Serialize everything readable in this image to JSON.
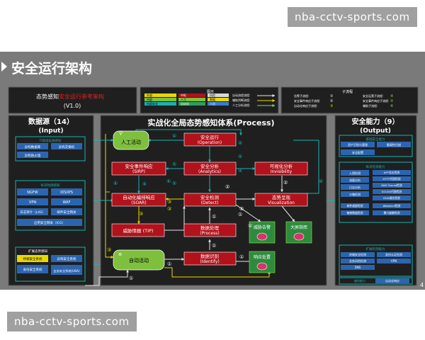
{
  "watermark": {
    "top": "nba-cctv-sports.com",
    "bottom": "nba-cctv-sports.com"
  },
  "slide": {
    "title": "安全运行架构",
    "page_number": "4"
  },
  "header": {
    "ref_title_black": "态势感知",
    "ref_title_red": "安全运行参考架构",
    "ref_version": "(V1.0)",
    "legend": {
      "title": "图示",
      "items": [
        "外部",
        "内部",
        "内部安全",
        "中枢",
        "人工",
        "自动化",
        "风险",
        "数据",
        "人员"
      ],
      "flow_labels": [
        "自动流程流程:",
        "辅助判断流程:",
        "人工分析流程:"
      ]
    },
    "subflow": {
      "title": "子流程",
      "items": [
        "告警子流程:",
        "安全事件响应子流程:",
        "自动化响应子流程:",
        "安全运营子流程:",
        "安全事件响应子流程:",
        "辅助子流程:"
      ],
      "nums": [
        "①",
        "②",
        "③",
        "④",
        "⑤",
        "⑥"
      ]
    }
  },
  "input": {
    "title": "数据源（14）",
    "subtitle": "(Input)",
    "group1": {
      "title": "IT基础设施感知",
      "items": [
        "异构数据库",
        "异构交换机",
        "异构防火墙"
      ]
    },
    "group2": {
      "title": "纵深防御感知",
      "items": [
        "NGFW",
        "IDS/IPS",
        "VPN",
        "WAF",
        "日志审计（LAS）",
        "邮件安全网关",
        "应用安全网关（ICG）"
      ]
    },
    "group3": {
      "title": "扩展态势感知",
      "items": [
        "终端安全系统",
        "异构安全系统",
        "身份安全系统",
        "业务安全系统(UBA)"
      ]
    }
  },
  "process": {
    "title": "实战化全局态势感知体系(Process)",
    "boxes": {
      "manual": "人工活动",
      "auto": "自动活动",
      "sirp": [
        "安全事件响应",
        "(SIRP)"
      ],
      "soar": [
        "自动化编排响应",
        "(SOAR)"
      ],
      "tip": "威胁情报 (TIP)",
      "operation": [
        "安全运行",
        "(Operation)"
      ],
      "analytics": [
        "安全分析",
        "(Analytics)"
      ],
      "detect": [
        "安全检测",
        "(Detect)"
      ],
      "process_box": [
        "数据处理",
        "(Process)"
      ],
      "identify": [
        "数据识别",
        "(Identify)"
      ],
      "visibility": [
        "可视化分析",
        "Invisibility"
      ],
      "visualization": [
        "态势呈现",
        "Visualization"
      ],
      "threat_alert": "威胁告警",
      "response": "响应处置",
      "big_screen": "大屏指挥"
    },
    "nums": [
      "④",
      "④",
      "④",
      "④",
      "⑥",
      "⑤",
      "⑤",
      "⑥",
      "⑥",
      "④",
      "③",
      "③",
      "③",
      "③",
      "②",
      "②",
      "②",
      "①",
      "①",
      "①",
      "①",
      "①",
      "①",
      "①"
    ]
  },
  "output": {
    "title": "安全能力（9）",
    "subtitle": "(Output)",
    "group1": {
      "title": "基础安全能力",
      "items": [
        "资产识别与管理",
        "脆弱性扫描",
        "安全配置"
      ]
    },
    "group2": {
      "title": "纵深检测能力",
      "items": [
        "入侵检测",
        "流量分析",
        "日志分析",
        "沙箱检测",
        "APT攻击检测",
        "HTTP代理检测",
        "DNS Tunnel检测",
        "SOCKS代理检测",
        "DGA域名检测",
        "邮件威胁检测",
        "Webshell检测",
        "敏感数据检测",
        "暴力破解检测"
      ]
    },
    "group3": {
      "title": "扩展检测能力",
      "items": [
        "终端安全检测",
        "身份认证检测",
        "业务风险检测",
        "VPN",
        "DNS"
      ]
    },
    "group4": {
      "title": "编排能力",
      "items": [
        "自动化响应"
      ]
    }
  },
  "colors": {
    "dark": "#1f1f1f",
    "teal": "#1ab0b0",
    "red": "#b1121b",
    "green": "#7fbf3e",
    "yellow": "#e8d800"
  }
}
